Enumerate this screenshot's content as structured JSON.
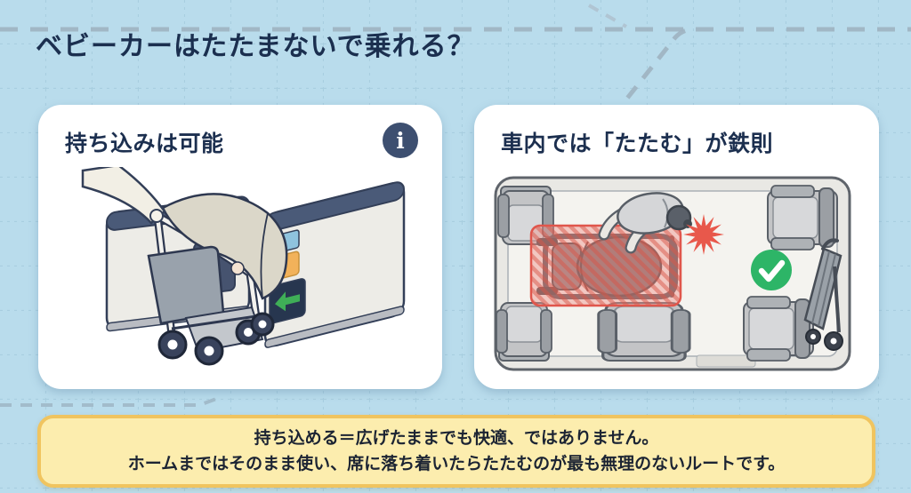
{
  "title": "ベビーカーはたたまないで乗れる？",
  "cards": {
    "left": {
      "heading": "持ち込みは可能",
      "info_glyph": "i"
    },
    "right": {
      "heading": "車内では「たたむ」が鉄則"
    }
  },
  "note": {
    "line1": "持ち込める＝広げたままでも快適、ではありません。",
    "line2": "ホームまではそのまま使い、席に落ち着いたらたたむのが最も無理のないルートです。"
  },
  "icons": {
    "info": "info-icon",
    "check": "check-circle-icon",
    "collision": "collision-burst-icon",
    "gate_arrow": "gate-arrow-left-icon"
  },
  "colors": {
    "background": "#b9dcec",
    "title_text": "#1b2f4f",
    "card_background": "#ffffff",
    "info_badge": "#3d4f70",
    "note_background": "#fcedae",
    "note_border": "#f0c45f",
    "check_green": "#2db567",
    "warning_red": "#e8584b",
    "ng_zone_red": "#e0564c"
  }
}
